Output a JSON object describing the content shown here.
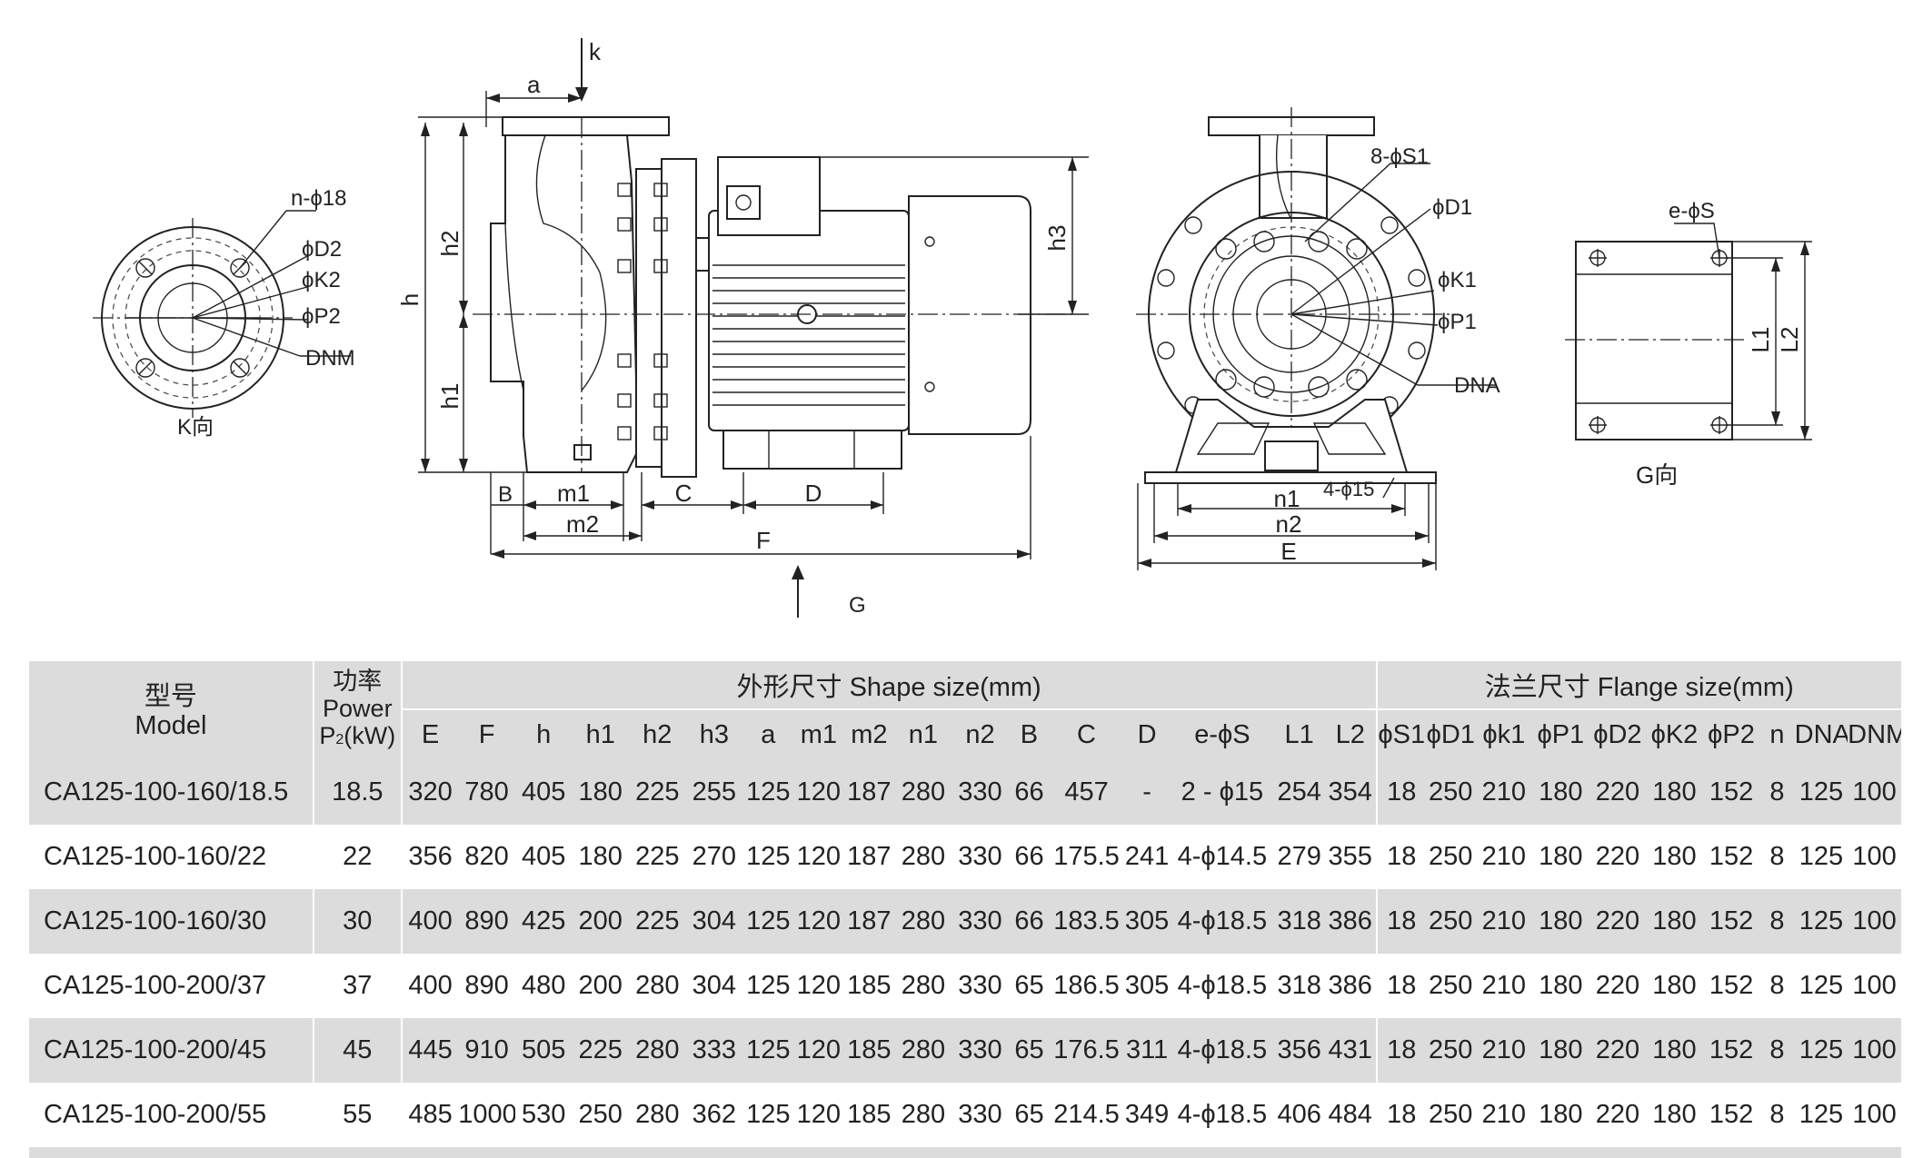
{
  "drawing": {
    "k_view": {
      "caption": "K向",
      "labels": [
        "n-ϕ18",
        "ϕD2",
        "ϕK2",
        "ϕP2",
        "DNM"
      ]
    },
    "side_view": {
      "labels": [
        "k",
        "a",
        "h",
        "h2",
        "h1",
        "h3",
        "B",
        "m1",
        "m2",
        "C",
        "D",
        "F",
        "G"
      ]
    },
    "front_view": {
      "labels": [
        "8-ϕS1",
        "ϕD1",
        "ϕK1",
        "ϕP1",
        "DNA",
        "4-ϕ15",
        "n1",
        "n2",
        "E"
      ]
    },
    "g_view": {
      "caption": "G向",
      "labels": [
        "e-ϕS",
        "L1",
        "L2"
      ]
    }
  },
  "table": {
    "header": {
      "model_cn": "型号",
      "model_en": "Model",
      "power_cn": "功率",
      "power_en": "Power",
      "power_unit_pre": "P",
      "power_unit_sub": "2",
      "power_unit_post": "(kW)",
      "shape_group": "外形尺寸 Shape size(mm)",
      "flange_group": "法兰尺寸 Flange size(mm)",
      "shape_cols": [
        "E",
        "F",
        "h",
        "h1",
        "h2",
        "h3",
        "a",
        "m1",
        "m2",
        "n1",
        "n2",
        "B",
        "C",
        "D",
        "e-ϕS",
        "L1",
        "L2"
      ],
      "flange_cols": [
        "ϕS1",
        "ϕD1",
        "ϕk1",
        "ϕP1",
        "ϕD2",
        "ϕK2",
        "ϕP2",
        "n",
        "DNA",
        "DNM"
      ]
    },
    "rows": [
      [
        "CA125-100-160/18.5",
        "18.5",
        "320",
        "780",
        "405",
        "180",
        "225",
        "255",
        "125",
        "120",
        "187",
        "280",
        "330",
        "66",
        "457",
        "-",
        "2 - ϕ15",
        "254",
        "354",
        "18",
        "250",
        "210",
        "180",
        "220",
        "180",
        "152",
        "8",
        "125",
        "100"
      ],
      [
        "CA125-100-160/22",
        "22",
        "356",
        "820",
        "405",
        "180",
        "225",
        "270",
        "125",
        "120",
        "187",
        "280",
        "330",
        "66",
        "175.5",
        "241",
        "4-ϕ14.5",
        "279",
        "355",
        "18",
        "250",
        "210",
        "180",
        "220",
        "180",
        "152",
        "8",
        "125",
        "100"
      ],
      [
        "CA125-100-160/30",
        "30",
        "400",
        "890",
        "425",
        "200",
        "225",
        "304",
        "125",
        "120",
        "187",
        "280",
        "330",
        "66",
        "183.5",
        "305",
        "4-ϕ18.5",
        "318",
        "386",
        "18",
        "250",
        "210",
        "180",
        "220",
        "180",
        "152",
        "8",
        "125",
        "100"
      ],
      [
        "CA125-100-200/37",
        "37",
        "400",
        "890",
        "480",
        "200",
        "280",
        "304",
        "125",
        "120",
        "185",
        "280",
        "330",
        "65",
        "186.5",
        "305",
        "4-ϕ18.5",
        "318",
        "386",
        "18",
        "250",
        "210",
        "180",
        "220",
        "180",
        "152",
        "8",
        "125",
        "100"
      ],
      [
        "CA125-100-200/45",
        "45",
        "445",
        "910",
        "505",
        "225",
        "280",
        "333",
        "125",
        "120",
        "185",
        "280",
        "330",
        "65",
        "176.5",
        "311",
        "4-ϕ18.5",
        "356",
        "431",
        "18",
        "250",
        "210",
        "180",
        "220",
        "180",
        "152",
        "8",
        "125",
        "100"
      ],
      [
        "CA125-100-200/55",
        "55",
        "485",
        "1000",
        "530",
        "250",
        "280",
        "362",
        "125",
        "120",
        "185",
        "280",
        "330",
        "65",
        "214.5",
        "349",
        "4-ϕ18.5",
        "406",
        "484",
        "18",
        "250",
        "210",
        "180",
        "220",
        "180",
        "152",
        "8",
        "125",
        "100"
      ]
    ]
  }
}
